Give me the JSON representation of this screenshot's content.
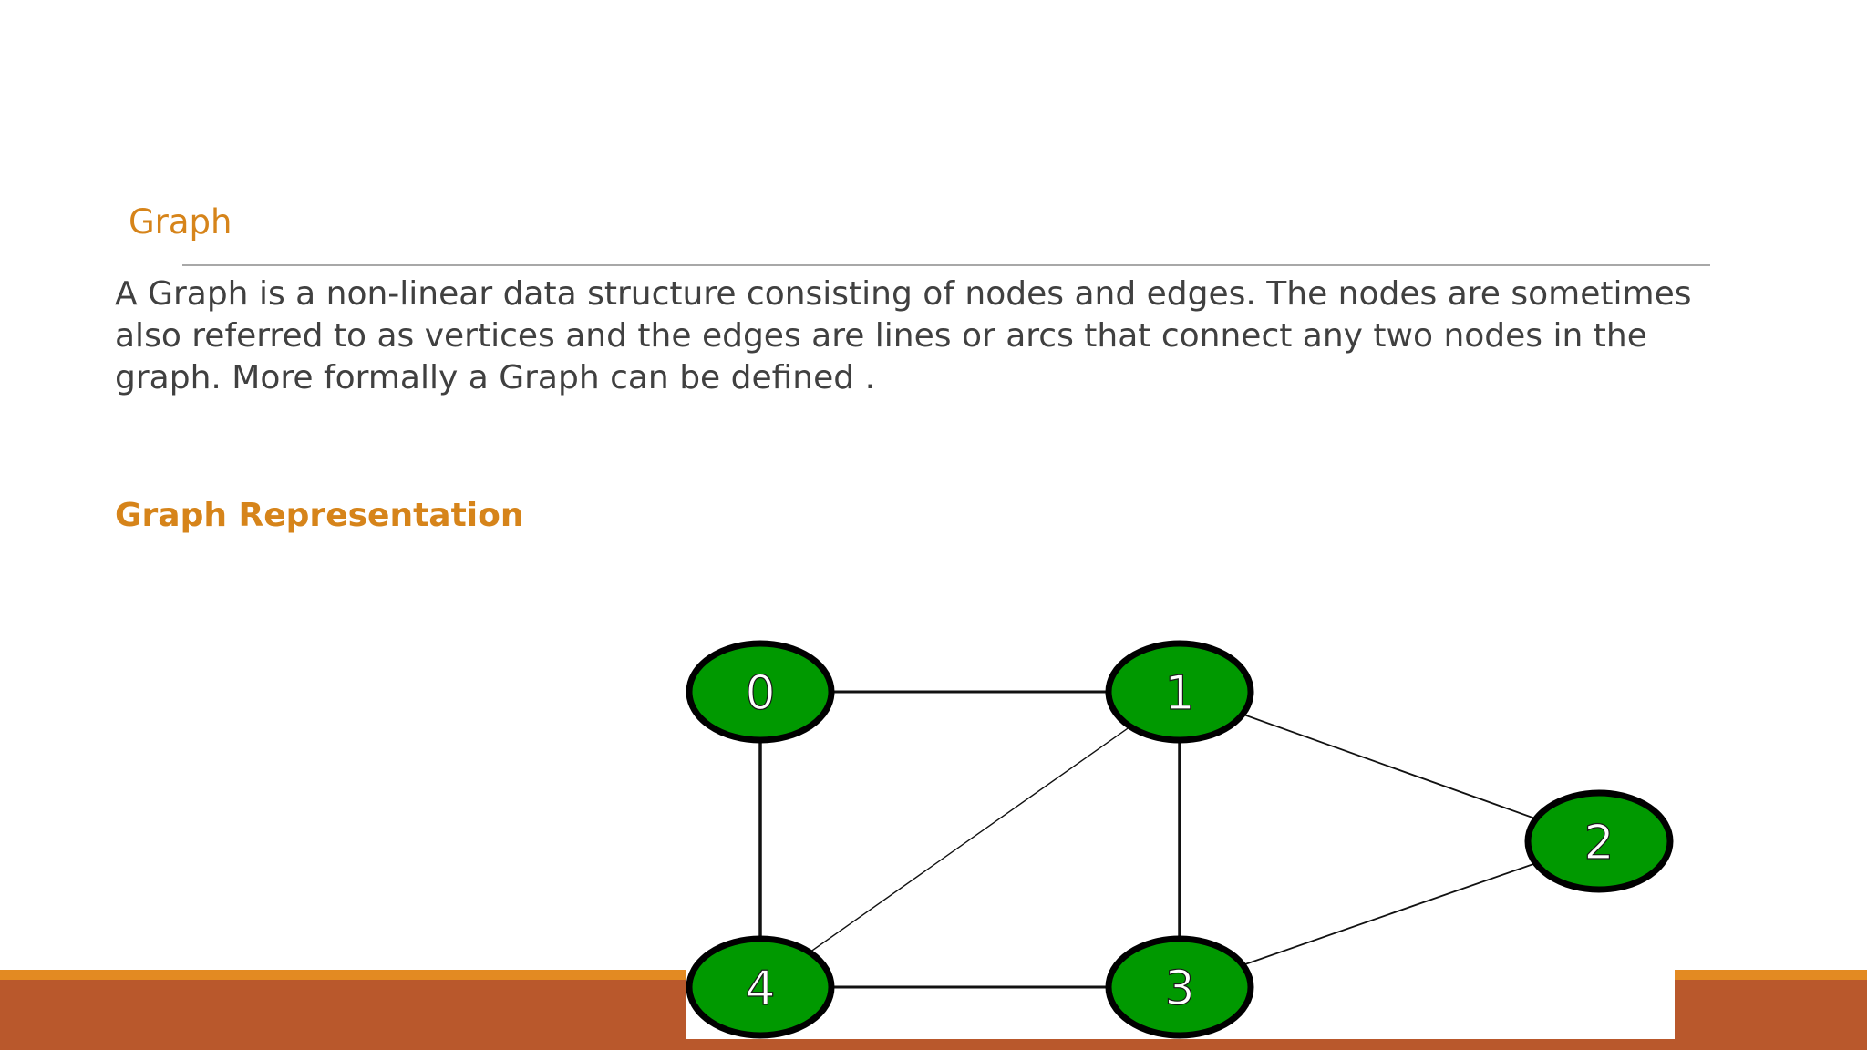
{
  "slide": {
    "title": "Graph",
    "body": "A Graph is a non-linear data structure consisting of nodes and edges. The nodes are sometimes also referred to as vertices and the edges are lines or arcs that connect any two nodes in the graph. More formally a Graph can be defined .",
    "subtitle": "Graph Representation"
  },
  "graph": {
    "nodes": [
      "0",
      "1",
      "2",
      "3",
      "4"
    ],
    "edges": [
      [
        "0",
        "1"
      ],
      [
        "0",
        "4"
      ],
      [
        "1",
        "4"
      ],
      [
        "1",
        "3"
      ],
      [
        "1",
        "2"
      ],
      [
        "2",
        "3"
      ],
      [
        "3",
        "4"
      ]
    ],
    "node_fill": "#009900",
    "node_stroke": "#000000"
  },
  "colors": {
    "accent": "#d6841a",
    "body_text": "#404040",
    "footer_thin": "#e38a22",
    "footer_thick": "#b9582c"
  }
}
